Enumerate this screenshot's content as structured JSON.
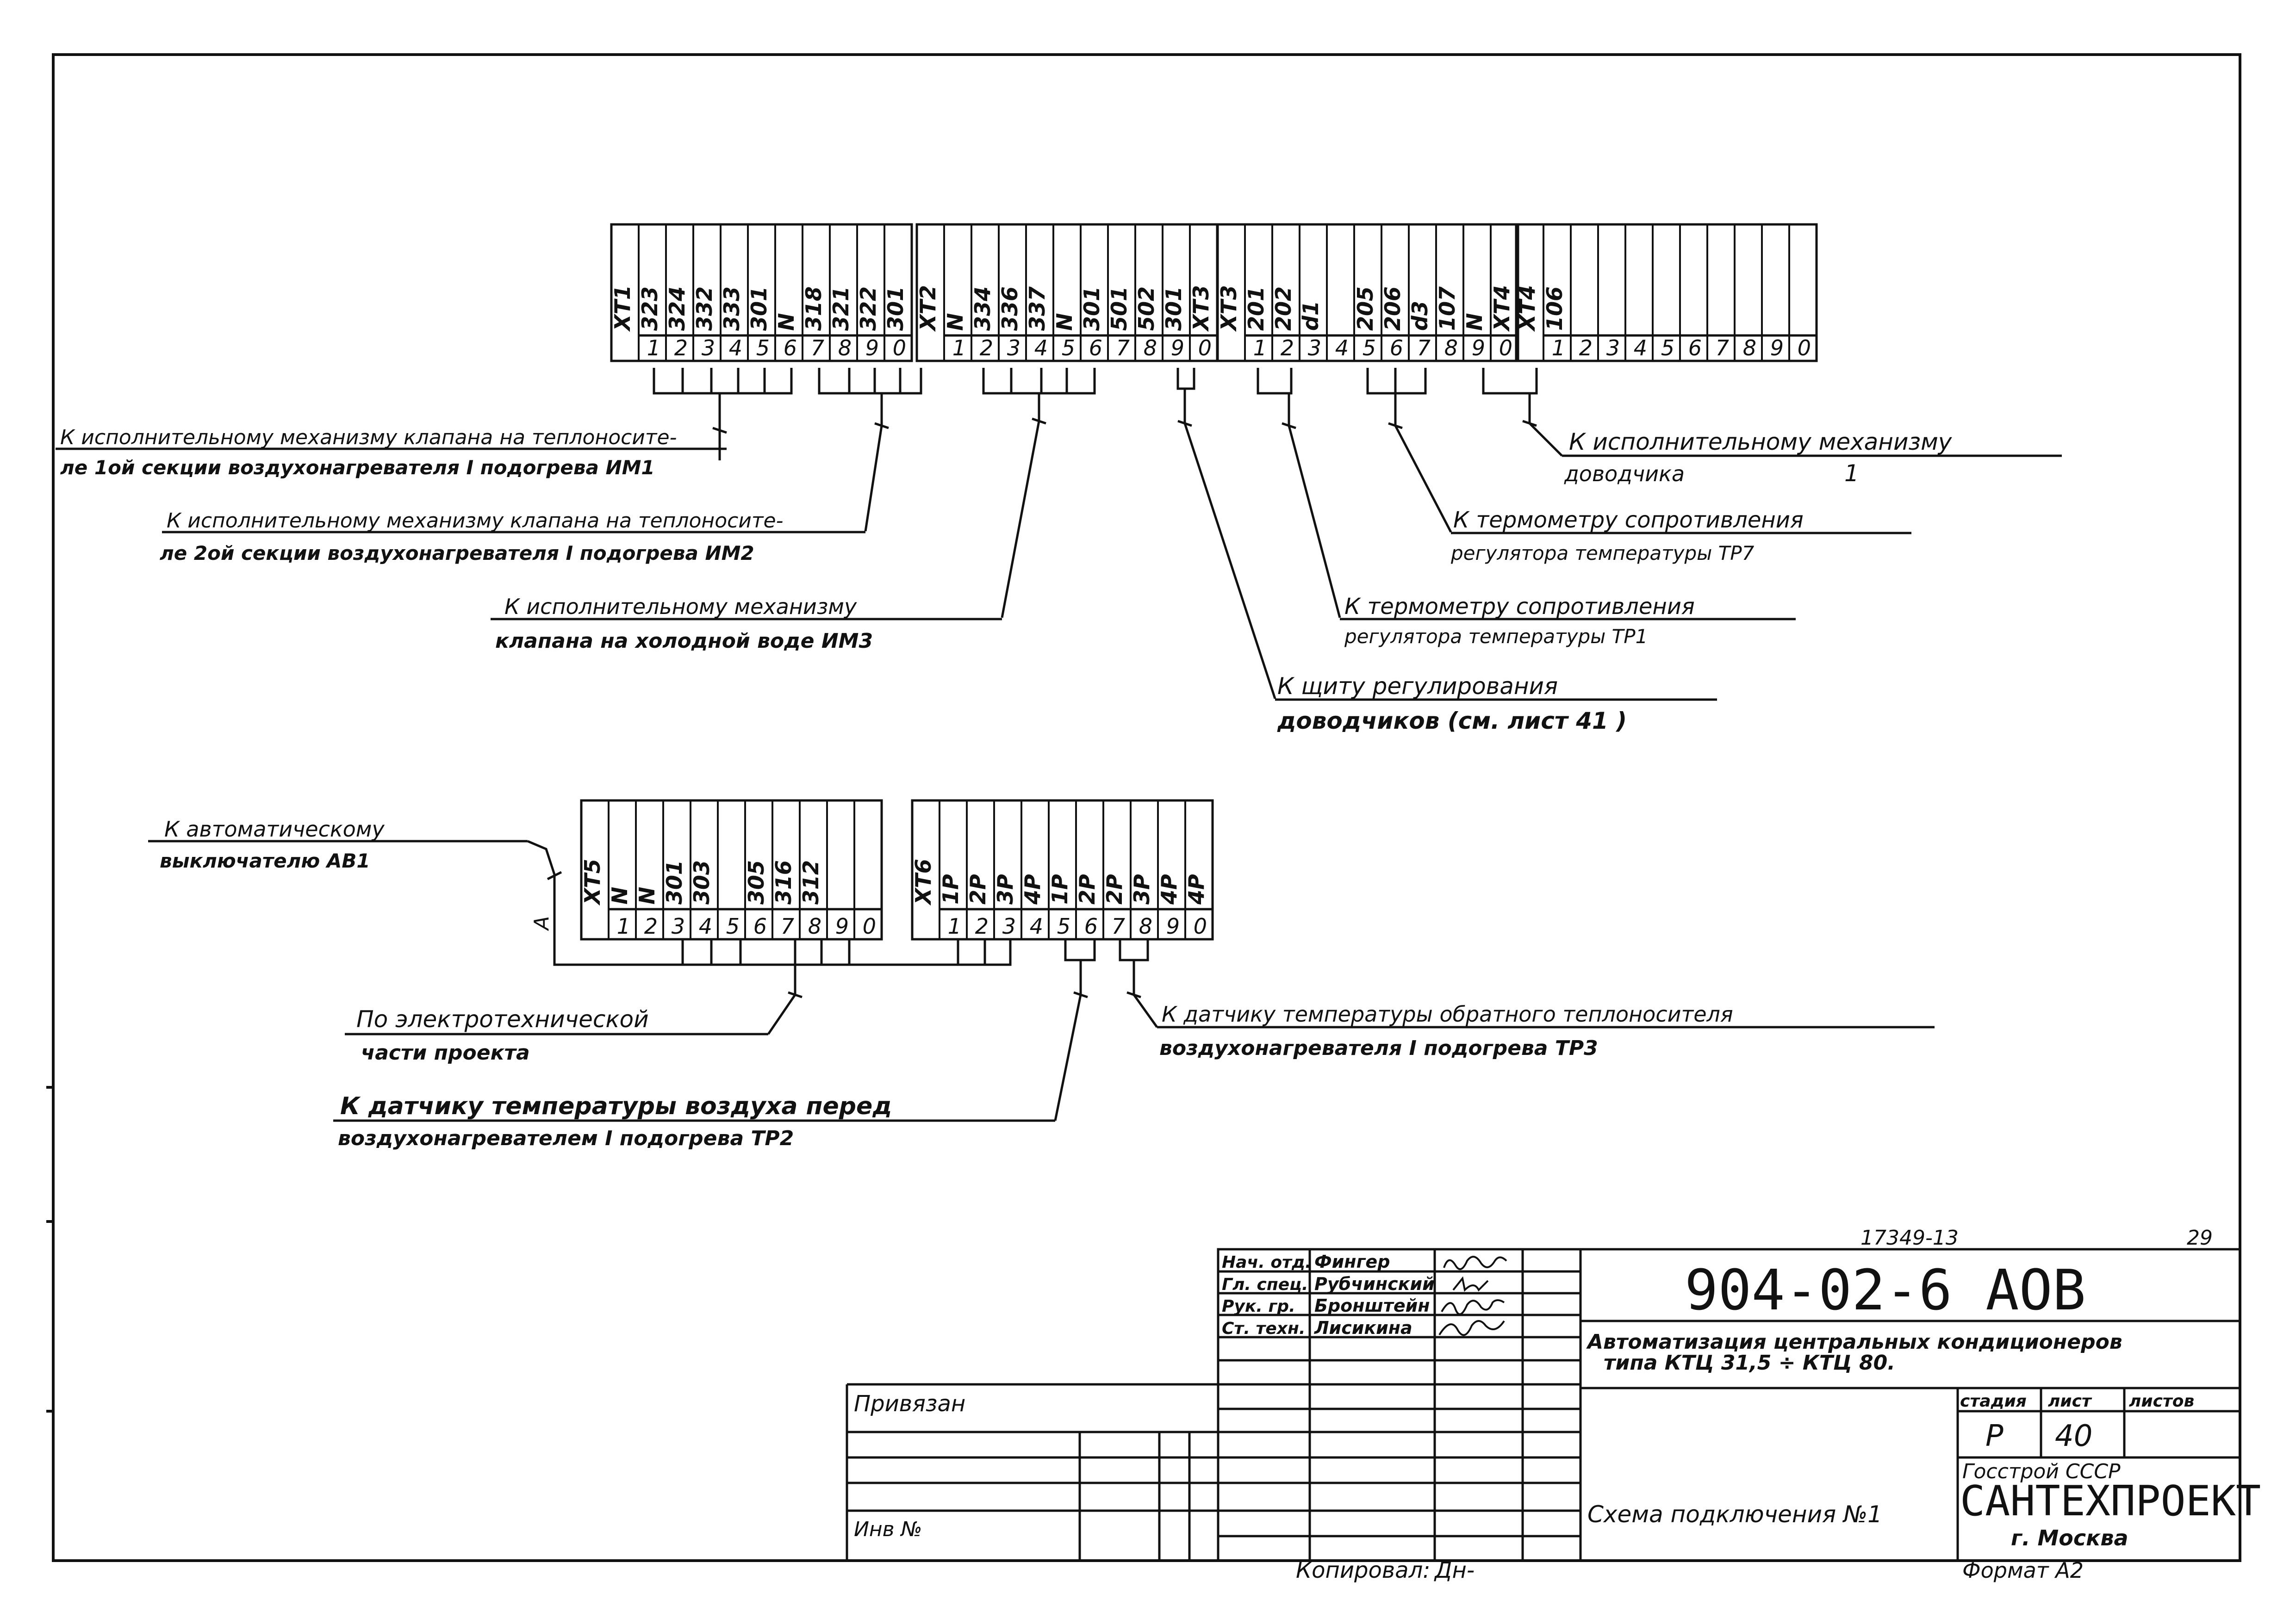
{
  "terminal_blocks": [
    {
      "id": "XT1",
      "wires": [
        "323",
        "324",
        "332",
        "333",
        "301",
        "N",
        "318",
        "321",
        "322",
        "301"
      ]
    },
    {
      "id": "XT2",
      "wires": [
        "N",
        "334",
        "336",
        "337",
        "N",
        "301",
        "501",
        "502",
        "301",
        "XT3"
      ]
    },
    {
      "id": "XT3",
      "wires": [
        "201",
        "202",
        "d1",
        "",
        "205",
        "206",
        "d3",
        "107",
        "N",
        "XT4"
      ]
    },
    {
      "id": "XT4",
      "wires": [
        "106",
        "",
        "",
        "",
        "",
        "",
        "",
        "",
        "",
        ""
      ]
    },
    {
      "id": "XT5",
      "wires": [
        "N",
        "N",
        "301",
        "303",
        "",
        "305",
        "316",
        "312",
        "",
        "",
        "XT6"
      ]
    },
    {
      "id": "XT6",
      "wires": [
        "1P",
        "2P",
        "3P",
        "4P",
        "1P",
        "2P",
        "2P",
        "3P",
        "4P",
        "4P"
      ]
    }
  ],
  "terminal_numbers": [
    "1",
    "2",
    "3",
    "4",
    "5",
    "6",
    "7",
    "8",
    "9",
    "0"
  ],
  "callouts": {
    "im1": {
      "line1": "К исполнительному механизму клапана на теплоносите-",
      "line2": "ле 1ой секции воздухонагревателя I подогрева ИМ1"
    },
    "im2": {
      "line1": "К исполнительному механизму клапана на теплоносите-",
      "line2": "ле 2ой секции воздухонагревателя I подогрева ИМ2"
    },
    "im3": {
      "line1": "К исполнительному механизму",
      "line2": "клапана на холодной воде ИМ3"
    },
    "shield": {
      "line1": "К щиту регулирования",
      "line2": "доводчиков (см. лист 41 )"
    },
    "tp1": {
      "line1": "К термометру сопротивления",
      "line2": "регулятора температуры ТР1"
    },
    "tp7": {
      "line1": "К термометру сопротивления",
      "line2": "регулятора температуры ТР7"
    },
    "dovodchik": {
      "line1": "К исполнительному механизму",
      "line2": "доводчика",
      "mark": "1"
    },
    "av1": {
      "line1": "К автоматическому",
      "line2": "выключателю АВ1",
      "phase": "А"
    },
    "elec": {
      "line1": "По электротехнической",
      "line2": "части проекта"
    },
    "tp2": {
      "line1": "К датчику температуры воздуха перед",
      "line2": "воздухонагревателем I подогрева ТР2"
    },
    "tp3": {
      "line1": "К датчику температуры обратного теплоносителя",
      "line2": "воздухонагревателя I подогрева ТР3"
    }
  },
  "title_block": {
    "doc_number": "17349-13",
    "sheet_corner": "29",
    "code": "904-02-6 АОВ",
    "title": "Автоматизация центральных кондиционеров",
    "subtitle": "типа КТЦ 31,5 ÷ КТЦ 80.",
    "drawing_name": "Схема подключения №1",
    "stage_label": "стадия",
    "sheet_label": "лист",
    "sheets_label": "листов",
    "stage": "Р",
    "sheet": "40",
    "sheets": "",
    "org1": "Госстрой СССР",
    "org2": "САНТЕХПРОЕКТ",
    "org3": "г. Москва",
    "format": "Формат А2",
    "copied": "Копировал:",
    "copied_sign": "Дн-",
    "bound": "Привязан",
    "inv": "Инв №",
    "staff": [
      {
        "role": "Нач. отд.",
        "name": "Фингер"
      },
      {
        "role": "Гл. спец.",
        "name": "Рубчинский"
      },
      {
        "role": "Рук. гр.",
        "name": "Бронштейн"
      },
      {
        "role": "Ст. техн.",
        "name": "Лисикина"
      }
    ]
  }
}
